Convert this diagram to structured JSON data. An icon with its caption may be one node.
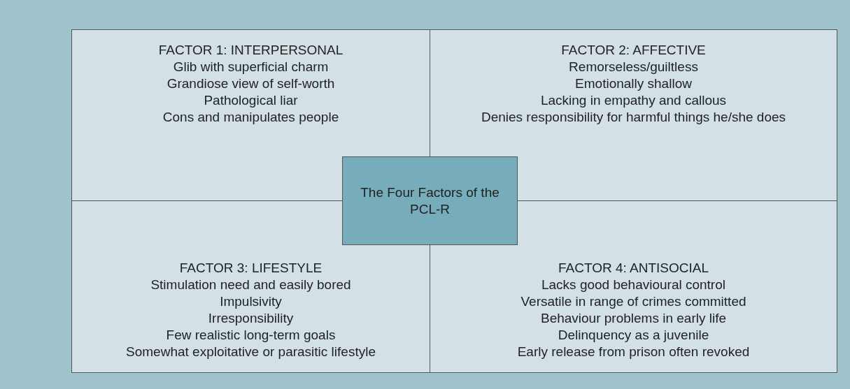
{
  "diagram": {
    "nodes": [
      {
        "text": [
          "FACTOR 1: INTERPERSONAL",
          "Glib with superficial charm",
          "Grandiose view of self-worth",
          "Pathological liar",
          "Cons and manipulates people"
        ]
      },
      {
        "text": [
          "FACTOR 2: AFFECTIVE",
          "Remorseless/guiltless",
          "Emotionally shallow",
          "Lacking in empathy and callous",
          "Denies responsibility for harmful things he/she does"
        ]
      },
      {
        "text": [
          "The Four Factors of the PCL-R"
        ]
      },
      {
        "text": [
          "FACTOR 3: LIFESTYLE",
          "Stimulation need and easily bored",
          "Impulsivity",
          "Irresponsibility",
          "Few realistic long-term goals",
          "Somewhat exploitative or parasitic lifestyle"
        ]
      },
      {
        "text": [
          "FACTOR 4: ANTISOCIAL",
          "Lacks good behavioural control",
          "Versatile in range of crimes committed",
          "Behaviour problems in early life",
          "Delinquency as a juvenile",
          "Early release from prison often revoked"
        ]
      }
    ],
    "edges": []
  }
}
